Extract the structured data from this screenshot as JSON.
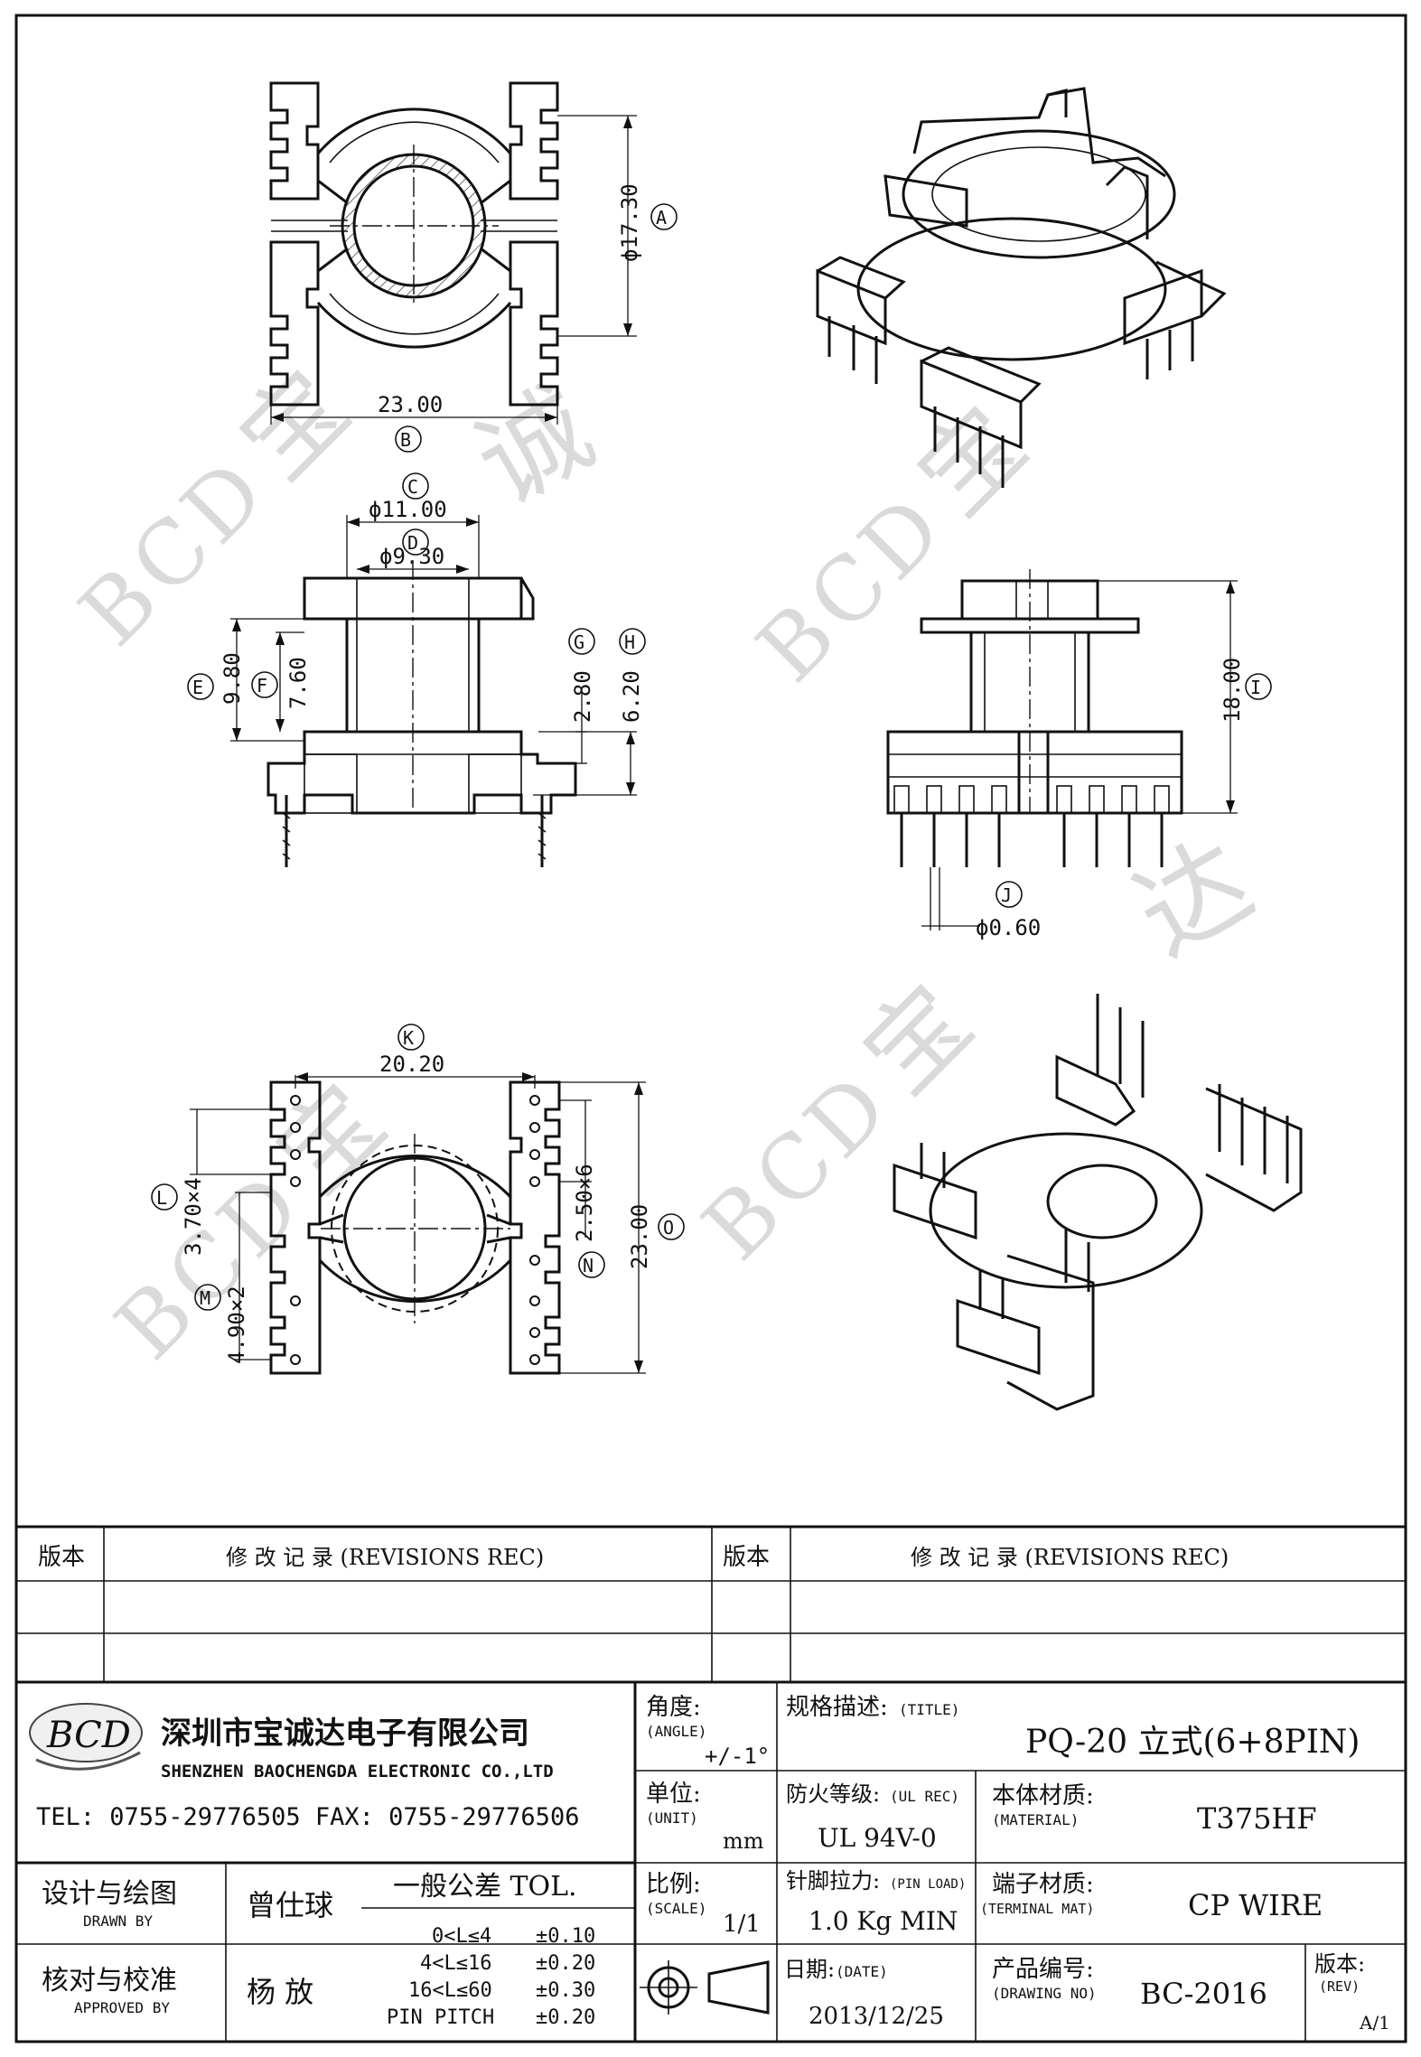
{
  "drawing": {
    "dimensions": {
      "A": "ϕ17.30",
      "B": "23.00",
      "C": "ϕ11.00",
      "D": "ϕ9.30",
      "E": "9.80",
      "F": "7.60",
      "G": "2.80",
      "H": "6.20",
      "I": "18.00",
      "J": "ϕ0.60",
      "K": "20.20",
      "L": "3.70×4",
      "M": "4.90×2",
      "N": "2.50×6",
      "O": "23.00"
    },
    "watermark": [
      "B",
      "C",
      "D",
      "宝",
      "诚",
      "达"
    ]
  },
  "revisions": {
    "col_rev": "版本",
    "col_rec": "修  改  记  录   (REVISIONS REC)",
    "col_rev2": "版本",
    "col_rec2": "修  改  记  录   (REVISIONS REC)"
  },
  "company": {
    "logo": "BCD",
    "name_cn": "深圳市宝诚达电子有限公司",
    "name_en": "SHENZHEN BAOCHENGDA ELECTRONIC CO.,LTD",
    "contact": "TEL: 0755-29776505  FAX: 0755-29776506"
  },
  "title_block": {
    "angle_label": "角度:",
    "angle_label_en": "(ANGLE)",
    "angle_value": "+/-1°",
    "title_label": "规格描述:",
    "title_label_en": "(TITLE)",
    "title_value": "PQ-20 立式(6+8PIN)",
    "unit_label": "单位:",
    "unit_label_en": "(UNIT)",
    "unit_value": "mm",
    "ul_label": "防火等级:",
    "ul_label_en": "(UL REC)",
    "ul_value": "UL 94V-0",
    "material_label": "本体材质:",
    "material_label_en": "(MATERIAL)",
    "material_value": "T375HF",
    "scale_label": "比例:",
    "scale_label_en": "(SCALE)",
    "scale_value": "1/1",
    "pinload_label": "针脚拉力:",
    "pinload_label_en": "(PIN LOAD)",
    "pinload_value": "1.0 Kg MIN",
    "terminal_label": "端子材质:",
    "terminal_label_en": "(TERMINAL MAT)",
    "terminal_value": "CP WIRE",
    "date_label": "日期:",
    "date_label_en": "(DATE)",
    "date_value": "2013/12/25",
    "drawing_no_label": "产品编号:",
    "drawing_no_label_en": "(DRAWING NO)",
    "drawing_no_value": "BC-2016",
    "rev_label": "版本:",
    "rev_label_en": "(REV)",
    "rev_value": "A/1",
    "designer_label": "设计与绘图",
    "designer_label_en": "DRAWN BY",
    "designer_name": "曾仕球",
    "approver_label": "核对与校准",
    "approver_label_en": "APPROVED BY",
    "approver_name": "杨  放",
    "tolerance_title": "一般公差 TOL.",
    "tolerances": [
      {
        "range": "0<L≤4",
        "value": "±0.10"
      },
      {
        "range": "4<L≤16",
        "value": "±0.20"
      },
      {
        "range": "16<L≤60",
        "value": "±0.30"
      },
      {
        "range": "PIN PITCH",
        "value": "±0.20"
      }
    ]
  }
}
